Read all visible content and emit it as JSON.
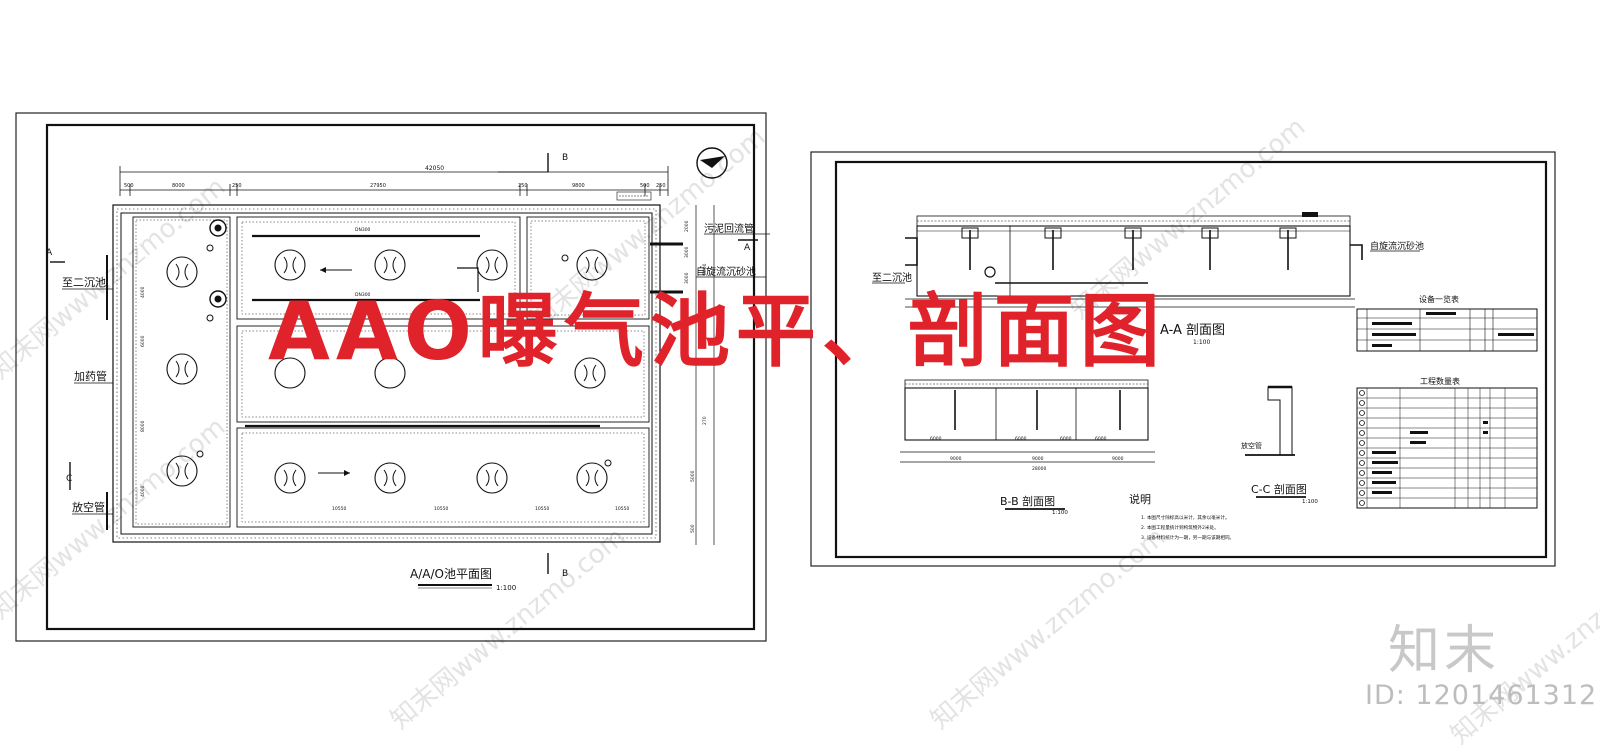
{
  "overlay_title": "AAO曝气池平、剖面图",
  "brand": {
    "name": "知末",
    "id_text": "ID: 1201461312"
  },
  "watermark": "知末网www.znzmo.com",
  "plan": {
    "title": "A/A/O池平面图",
    "scale": "1:100",
    "section_marks": {
      "a": "A",
      "b": "B",
      "c": "C"
    },
    "dims_top": [
      "500",
      "8000",
      "250",
      "27950",
      "250",
      "9800",
      "500",
      "250"
    ],
    "dim_total": "42050",
    "labels": {
      "to_secondary": "至二沉池",
      "dosing_pipe": "加药管",
      "drain_pipe": "放空管",
      "sludge_return": "污泥回流管",
      "to_grit": "自旋流沉砂池",
      "dn300a": "DN300",
      "dn300b": "DN300"
    },
    "dims_side": [
      "4000",
      "6000",
      "8000",
      "4000",
      "2000",
      "3000",
      "3000",
      "8000",
      "270",
      "5000",
      "500"
    ],
    "dims_bottom": [
      "10550",
      "10550",
      "10550",
      "10550"
    ]
  },
  "sections": {
    "aa_label": "A-A 剖面图",
    "aa_scale": "1:100",
    "bb_title": "B-B 剖面图",
    "bb_scale": "1:100",
    "cc_title": "C-C 剖面图",
    "cc_scale": "1:100",
    "notes_title": "说明",
    "notes": [
      "1. 本图尺寸除标高以米计，其余以毫米计。",
      "2. 本图工程量统计到构筑物外2米处。",
      "3. 设备材料统计为一期，另一期与该期相同。"
    ],
    "equipment_table_title": "设备一览表",
    "quantity_table_title": "工程数量表",
    "labels": {
      "to_secondary": "至二沉池",
      "from_grit": "自旋流沉砂池",
      "drain": "放空管"
    },
    "dims_bb": [
      "6000",
      "6000",
      "6000",
      "6000",
      "9000",
      "9000",
      "9000",
      "28000"
    ]
  }
}
